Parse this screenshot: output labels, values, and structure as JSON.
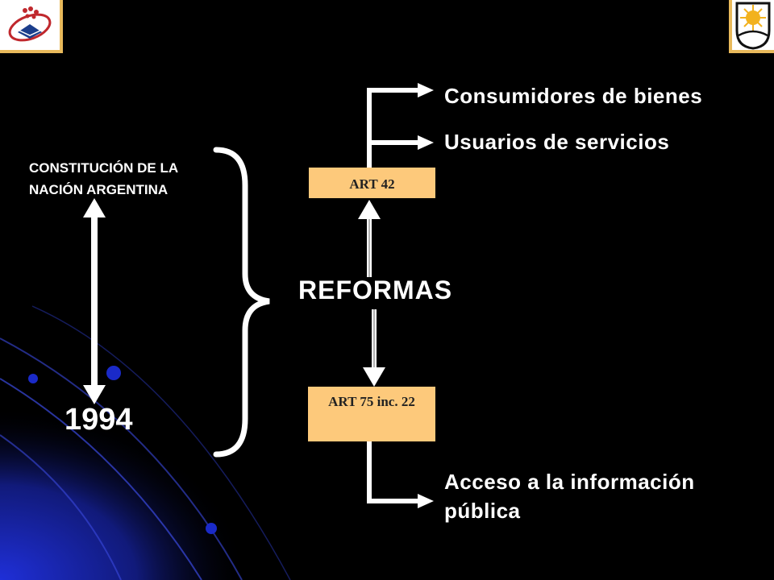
{
  "slide": {
    "constitution_label": "CONSTITUCIÓN DE LA NACIÓN ARGENTINA",
    "year": "1994",
    "center_label": "REFORMAS",
    "art42_label": "ART 42",
    "art75_label": "ART 75 inc. 22",
    "outputs": {
      "consumers": "Consumidores de bienes",
      "users": "Usuarios de servicios",
      "access": "Acceso a la información pública"
    }
  },
  "logos": {
    "left": "university-emblem-icon",
    "right": "sun-of-may-shield-icon"
  },
  "colors": {
    "background": "#000000",
    "background_accent": "#1f2fd8",
    "text": "#ffffff",
    "box_fill": "#fdc97b",
    "logo_border": "#e8b95b"
  }
}
